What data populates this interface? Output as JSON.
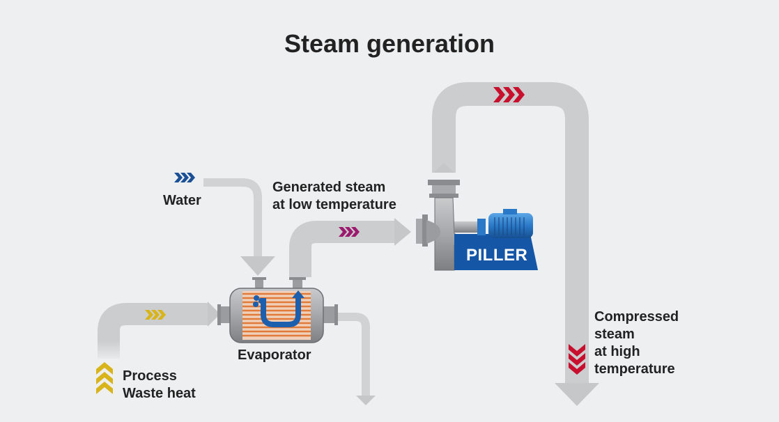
{
  "title": "Steam generation",
  "labels": {
    "water": "Water",
    "generated_steam": [
      "Generated steam",
      "at low temperature"
    ],
    "evaporator": "Evaporator",
    "process_waste_heat": [
      "Process",
      "Waste heat"
    ],
    "compressed_steam": [
      "Compressed",
      "steam",
      "at high",
      "temperature"
    ]
  },
  "brand": "PILLER",
  "colors": {
    "background": "#eeeff1",
    "pipe": "#c9cbcd",
    "water_chevrons": "#1b4f96",
    "low_temp_steam_chevrons": "#9c1a6e",
    "high_temp_steam_chevrons": "#c8102e",
    "waste_heat_chevrons": "#d8b41a",
    "compressor_base": "#1656a6",
    "evaporator_coils": "#e07b39"
  },
  "icons": [
    "evaporator-icon",
    "compressor-icon",
    "electric-motor-icon"
  ]
}
